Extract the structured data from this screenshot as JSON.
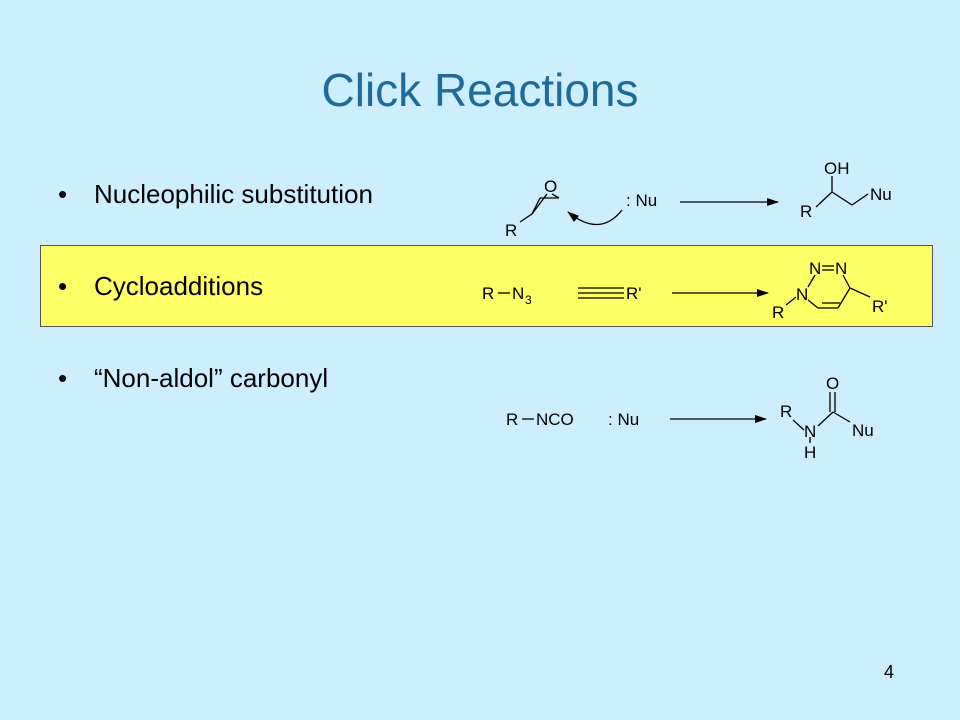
{
  "slide": {
    "title": "Click Reactions",
    "page_number": "4"
  },
  "bullets": [
    {
      "marker": "•",
      "text": "Nucleophilic substitution"
    },
    {
      "marker": "•",
      "text": "Cycloadditions"
    },
    {
      "marker": "•",
      "text": "“Non-aldol” carbonyl"
    }
  ],
  "reactions": {
    "substitution": {
      "epoxide_o": "O",
      "epoxide_r": "R",
      "nucleophile": ": Nu",
      "product_oh": "OH",
      "product_r": "R",
      "product_nu": "Nu"
    },
    "cycloaddition": {
      "azide_r": "R",
      "azide_n": "N",
      "azide_sub": "3",
      "alkyne_r": "R'",
      "triazole_n1": "N",
      "triazole_n2": "N",
      "triazole_n3": "N",
      "triazole_r": "R",
      "triazole_rprime": "R'"
    },
    "carbonyl": {
      "isocyanate_r": "R",
      "isocyanate_nco": "NCO",
      "nucleophile": ": Nu",
      "urea_o": "O",
      "urea_r": "R",
      "urea_n": "N",
      "urea_h": "H",
      "urea_nu": "Nu"
    }
  }
}
